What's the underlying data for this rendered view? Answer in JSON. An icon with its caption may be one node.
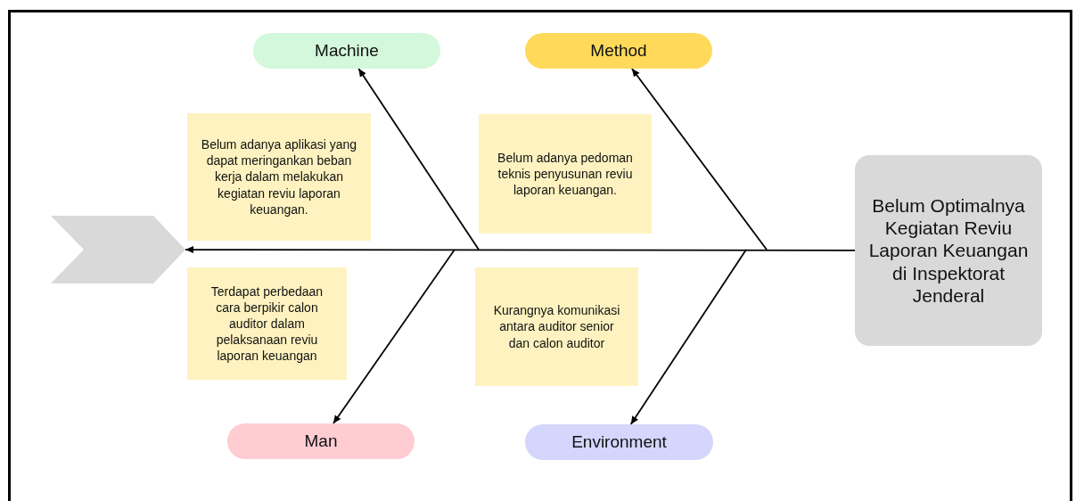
{
  "diagram": {
    "nodes": [
      {
        "text": [
          "Machine"
        ]
      },
      {
        "text": [
          "Method"
        ]
      },
      {
        "text": [
          "Belum adanya aplikasi yang dapat meringankan beban kerja dalam melakukan kegiatan reviu laporan keuangan."
        ]
      },
      {
        "text": [
          "Belum adanya pedoman teknis penyusunan reviu laporan keuangan."
        ]
      },
      {
        "text": [
          "Belum Optimalnya Kegiatan Reviu Laporan Keuangan di Inspektorat Jenderal"
        ]
      },
      {
        "text": [],
        "shape": "chevron"
      },
      {
        "text": [
          "Terdapat perbedaan cara berpikir calon auditor dalam pelaksanaan reviu laporan keuangan"
        ]
      },
      {
        "text": [
          "Kurangnya komunikasi antara auditor senior dan calon auditor"
        ]
      },
      {
        "text": [
          "Man"
        ]
      },
      {
        "text": [
          "Environment"
        ]
      }
    ],
    "edges": [
      {
        "from": 4,
        "to": 5,
        "arrow": "to"
      },
      {
        "from": null,
        "to": 0,
        "arrow": "to"
      },
      {
        "from": null,
        "to": 1,
        "arrow": "to"
      },
      {
        "from": null,
        "to": 8,
        "arrow": "to"
      },
      {
        "from": null,
        "to": 9,
        "arrow": "to"
      }
    ]
  }
}
